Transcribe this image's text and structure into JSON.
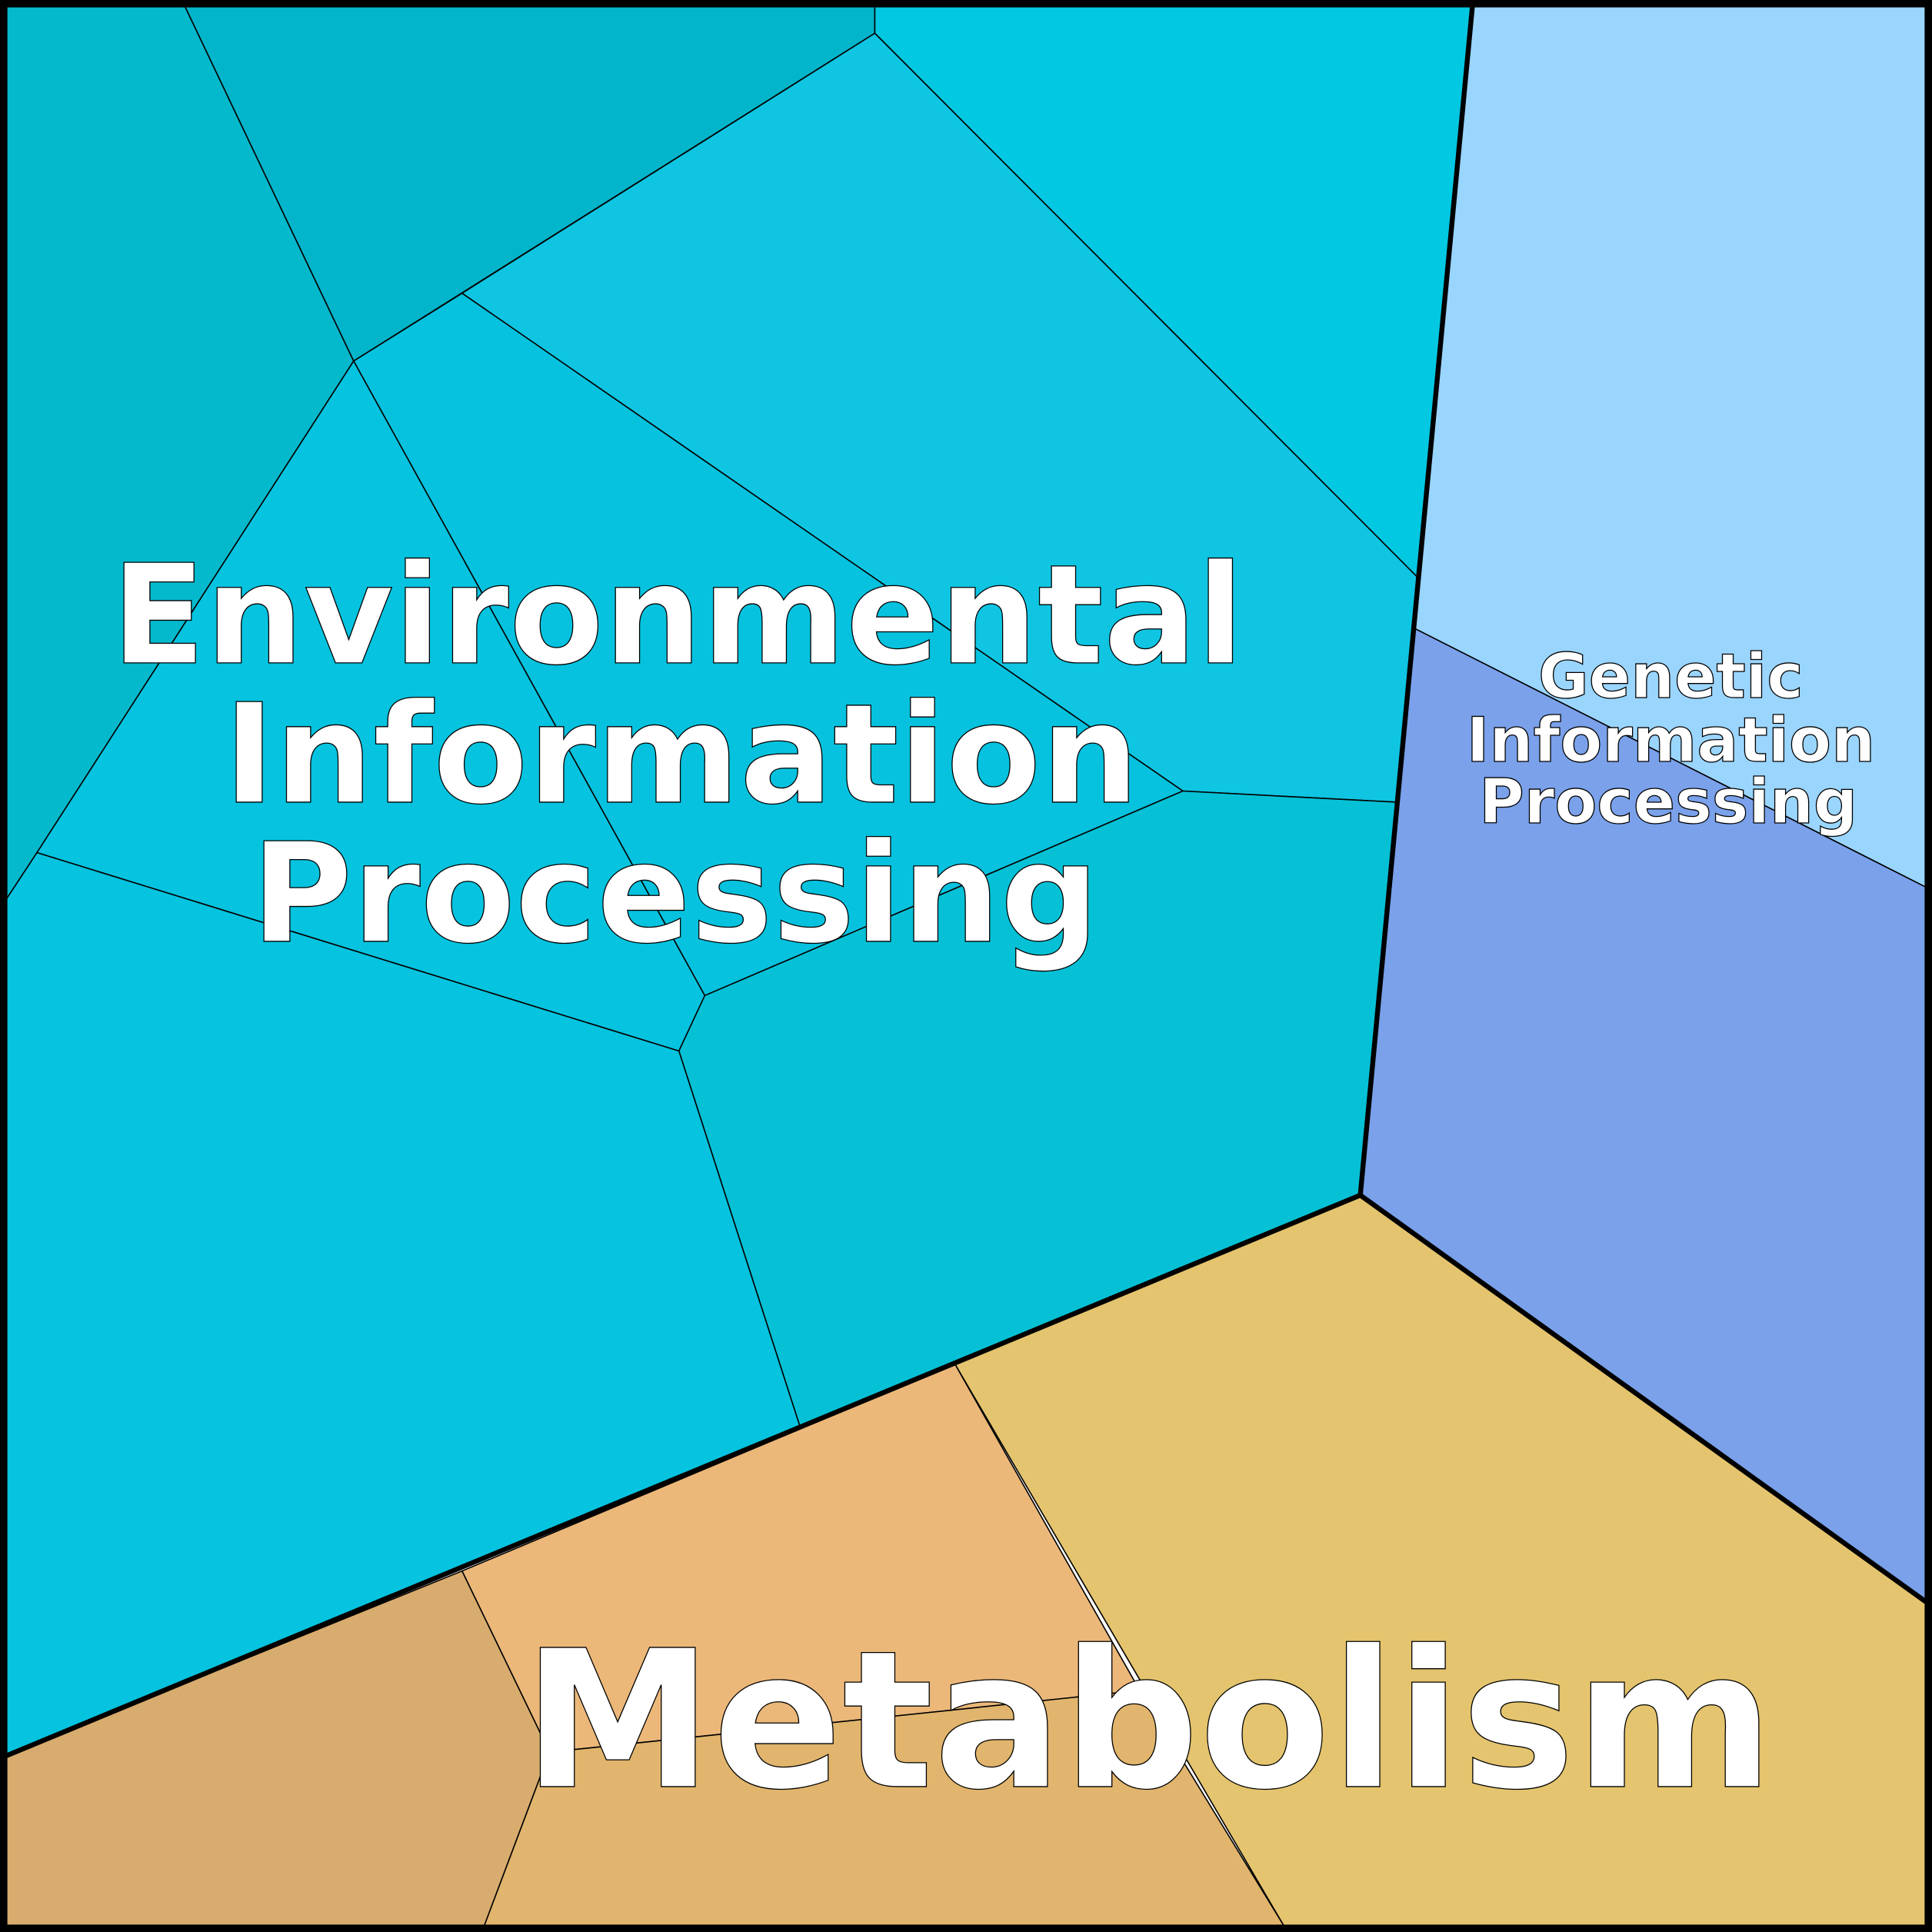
{
  "title": "Voronoi treemap of functional categories",
  "groups": [
    {
      "label_lines": [
        "Environmental",
        "Information",
        "Processing"
      ],
      "color": "#06C3DF"
    },
    {
      "label_lines": [
        "Genetic",
        "Information",
        "Processing"
      ],
      "color": "#8DB8F4"
    },
    {
      "label_lines": [
        "Metabolism"
      ],
      "color": "#E4C46E"
    }
  ],
  "cell_colors": {
    "env_top_left": "#05B9CC",
    "env_top_band": "#03B5CA",
    "env_top_right": "#02C8E2",
    "env_big_middle": "#0FC5E2",
    "env_center": "#06C2DE",
    "env_center_left": "#06C3DF",
    "env_right": "#06C1D6",
    "env_bottom_left": "#06C3DF",
    "gen_top": "#9AD5FE",
    "gen_bottom": "#7AA1EA",
    "met_right": "#E4C46E",
    "met_center": "#EBB87A",
    "met_bottom_left": "#D8AC6E",
    "met_bottom_mid": "#E1B56D"
  }
}
